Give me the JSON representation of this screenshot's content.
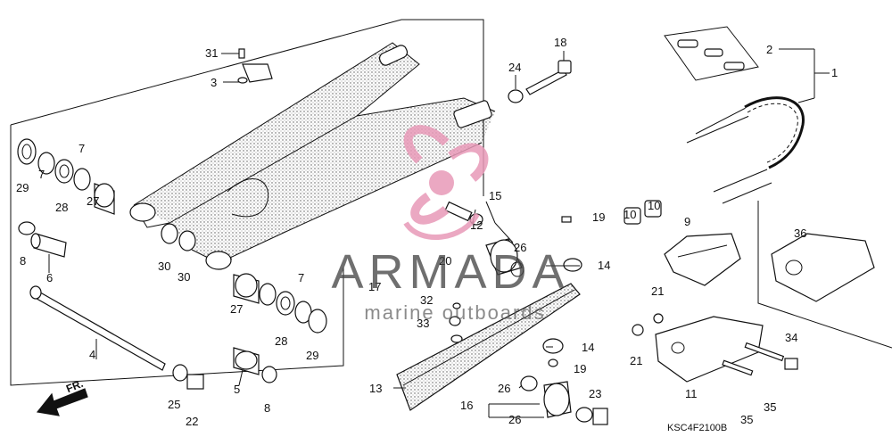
{
  "watermark": {
    "brand": "ARMADA",
    "tagline": "marine outboards"
  },
  "diagram_code": "KSC4F2100B",
  "direction_label": "FR.",
  "callouts": [
    "1",
    "2",
    "3",
    "4",
    "5",
    "6",
    "7",
    "7",
    "7",
    "8",
    "8",
    "9",
    "10",
    "10",
    "11",
    "12",
    "13",
    "14",
    "14",
    "15",
    "16",
    "17",
    "18",
    "19",
    "19",
    "20",
    "21",
    "21",
    "22",
    "23",
    "24",
    "25",
    "26",
    "26",
    "26",
    "27",
    "27",
    "28",
    "28",
    "29",
    "29",
    "30",
    "30",
    "31",
    "32",
    "33",
    "34",
    "35",
    "35",
    "36"
  ]
}
